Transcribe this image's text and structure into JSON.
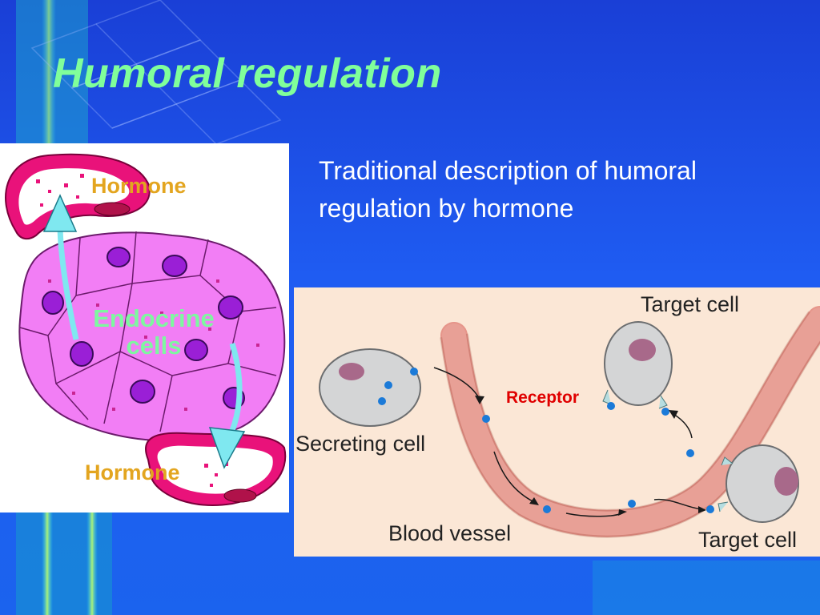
{
  "slide": {
    "title": "Humoral regulation",
    "description": "Traditional description of humoral regulation by hormone"
  },
  "left_diagram": {
    "hormone_top": "Hormone",
    "endocrine_cells": "Endocrine cells",
    "hormone_bottom": "Hormone"
  },
  "right_diagram": {
    "target_cell_top": "Target cell",
    "receptor": "Receptor",
    "secreting_cell": "Secreting cell",
    "blood_vessel": "Blood vessel",
    "target_cell_bottom": "Target cell"
  },
  "colors": {
    "title": "#80ff9a",
    "hormone_label": "#e3a51f",
    "receptor_label": "#e00000",
    "endocrine_label": "#7ef7a0"
  }
}
